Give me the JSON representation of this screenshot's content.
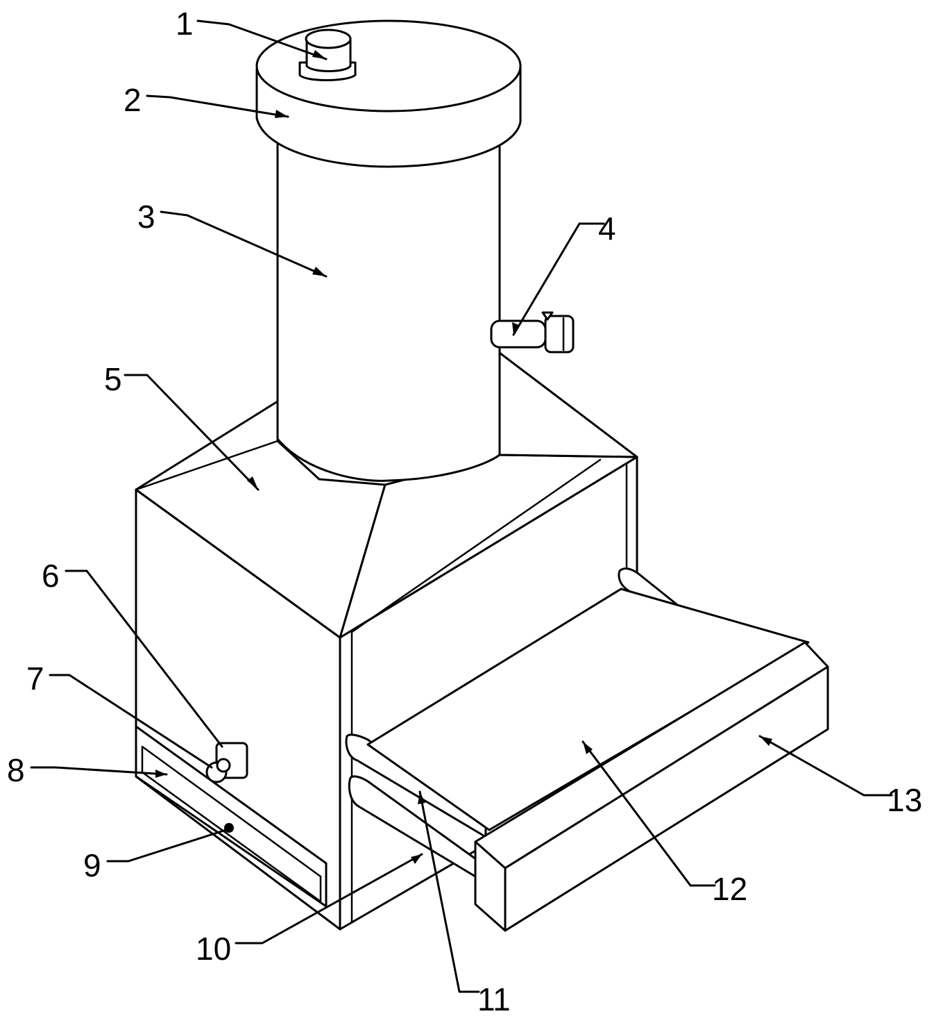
{
  "labels": {
    "l1": "1",
    "l2": "2",
    "l3": "3",
    "l4": "4",
    "l5": "5",
    "l6": "6",
    "l7": "7",
    "l8": "8",
    "l9": "9",
    "l10": "10",
    "l11": "11",
    "l12": "12",
    "l13": "13"
  },
  "colors": {
    "stroke": "#000000",
    "background": "#ffffff"
  }
}
